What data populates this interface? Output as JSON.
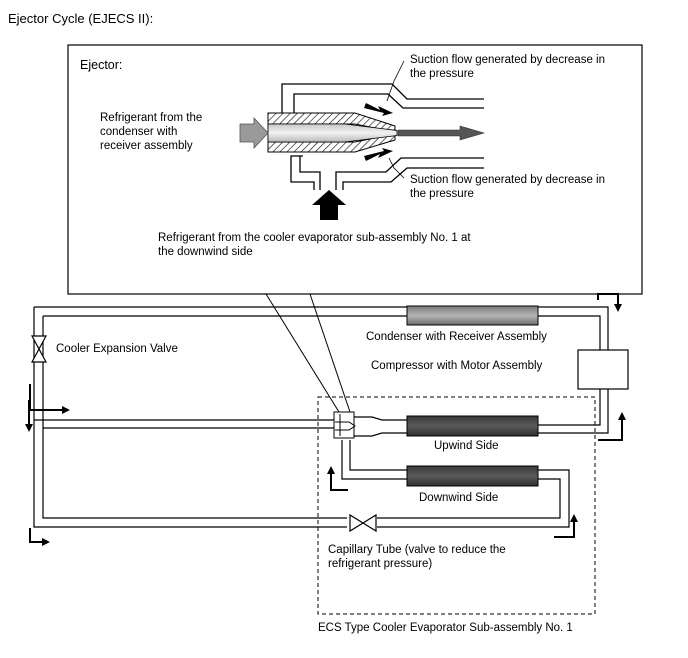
{
  "title": "Ejector Cycle (EJECS II):",
  "inset": {
    "heading": "Ejector:",
    "suction_top": [
      "Suction flow generated by decrease in",
      "the pressure"
    ],
    "suction_bottom": [
      "Suction flow generated by decrease in",
      "the pressure"
    ],
    "from_condenser": [
      "Refrigerant from the",
      "condenser with",
      "receiver assembly"
    ],
    "from_evaporator": [
      "Refrigerant from the cooler evaporator sub-assembly No. 1 at",
      "the downwind side"
    ]
  },
  "labels": {
    "expansion_valve": "Cooler Expansion Valve",
    "condenser": "Condenser with Receiver Assembly",
    "compressor": "Compressor with Motor Assembly",
    "upwind": "Upwind Side",
    "downwind": "Downwind Side",
    "capillary": [
      "Capillary Tube (valve to reduce the",
      "refrigerant pressure)"
    ],
    "evaporator": "ECS Type Cooler Evaporator Sub-assembly No. 1"
  }
}
